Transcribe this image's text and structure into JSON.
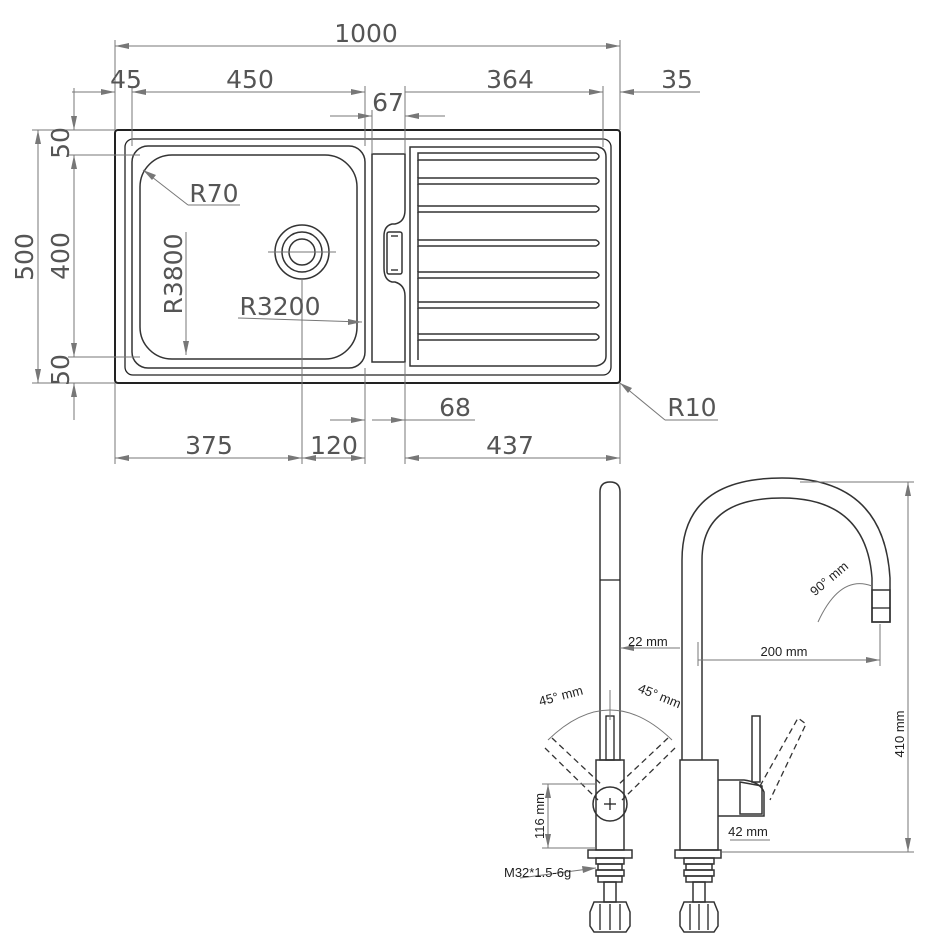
{
  "sink": {
    "dims": {
      "overall_width": "1000",
      "left_margin": "45",
      "bowl_width": "450",
      "center_gap": "67",
      "drainer_width": "364",
      "right_margin": "35",
      "overall_depth": "500",
      "top_margin": "50",
      "bowl_depth": "400",
      "bottom_margin": "50",
      "corner_radius_bowl": "R70",
      "bowl_side_radius": "R3800",
      "bowl_bottom_radius": "R3200",
      "outer_corner_radius": "R10",
      "drainer_offset": "68",
      "waste_offset": "375",
      "waste_to_divider": "120",
      "drainer_span": "437"
    }
  },
  "faucet": {
    "dims": {
      "spout_diameter": "22 mm",
      "swivel_left": "45° mm",
      "swivel_right": "45° mm",
      "body_height": "116 mm",
      "thread": "M32*1.5-6g",
      "spout_angle": "90° mm",
      "reach": "200 mm",
      "total_height": "410 mm",
      "handle_offset": "42 mm"
    }
  }
}
